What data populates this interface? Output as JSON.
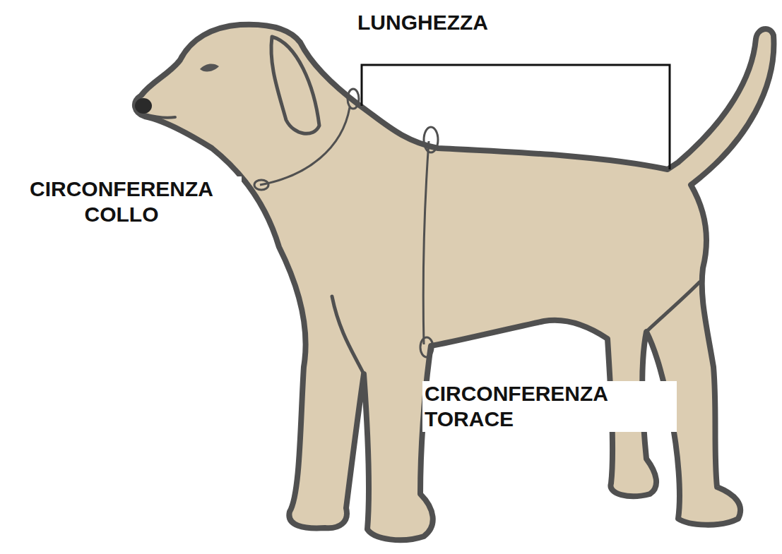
{
  "diagram": {
    "labels": [
      "LUNGHEZZA",
      "CIRCONFERENZA COLLO",
      "CIRCONFERENZA TORACE"
    ]
  }
}
